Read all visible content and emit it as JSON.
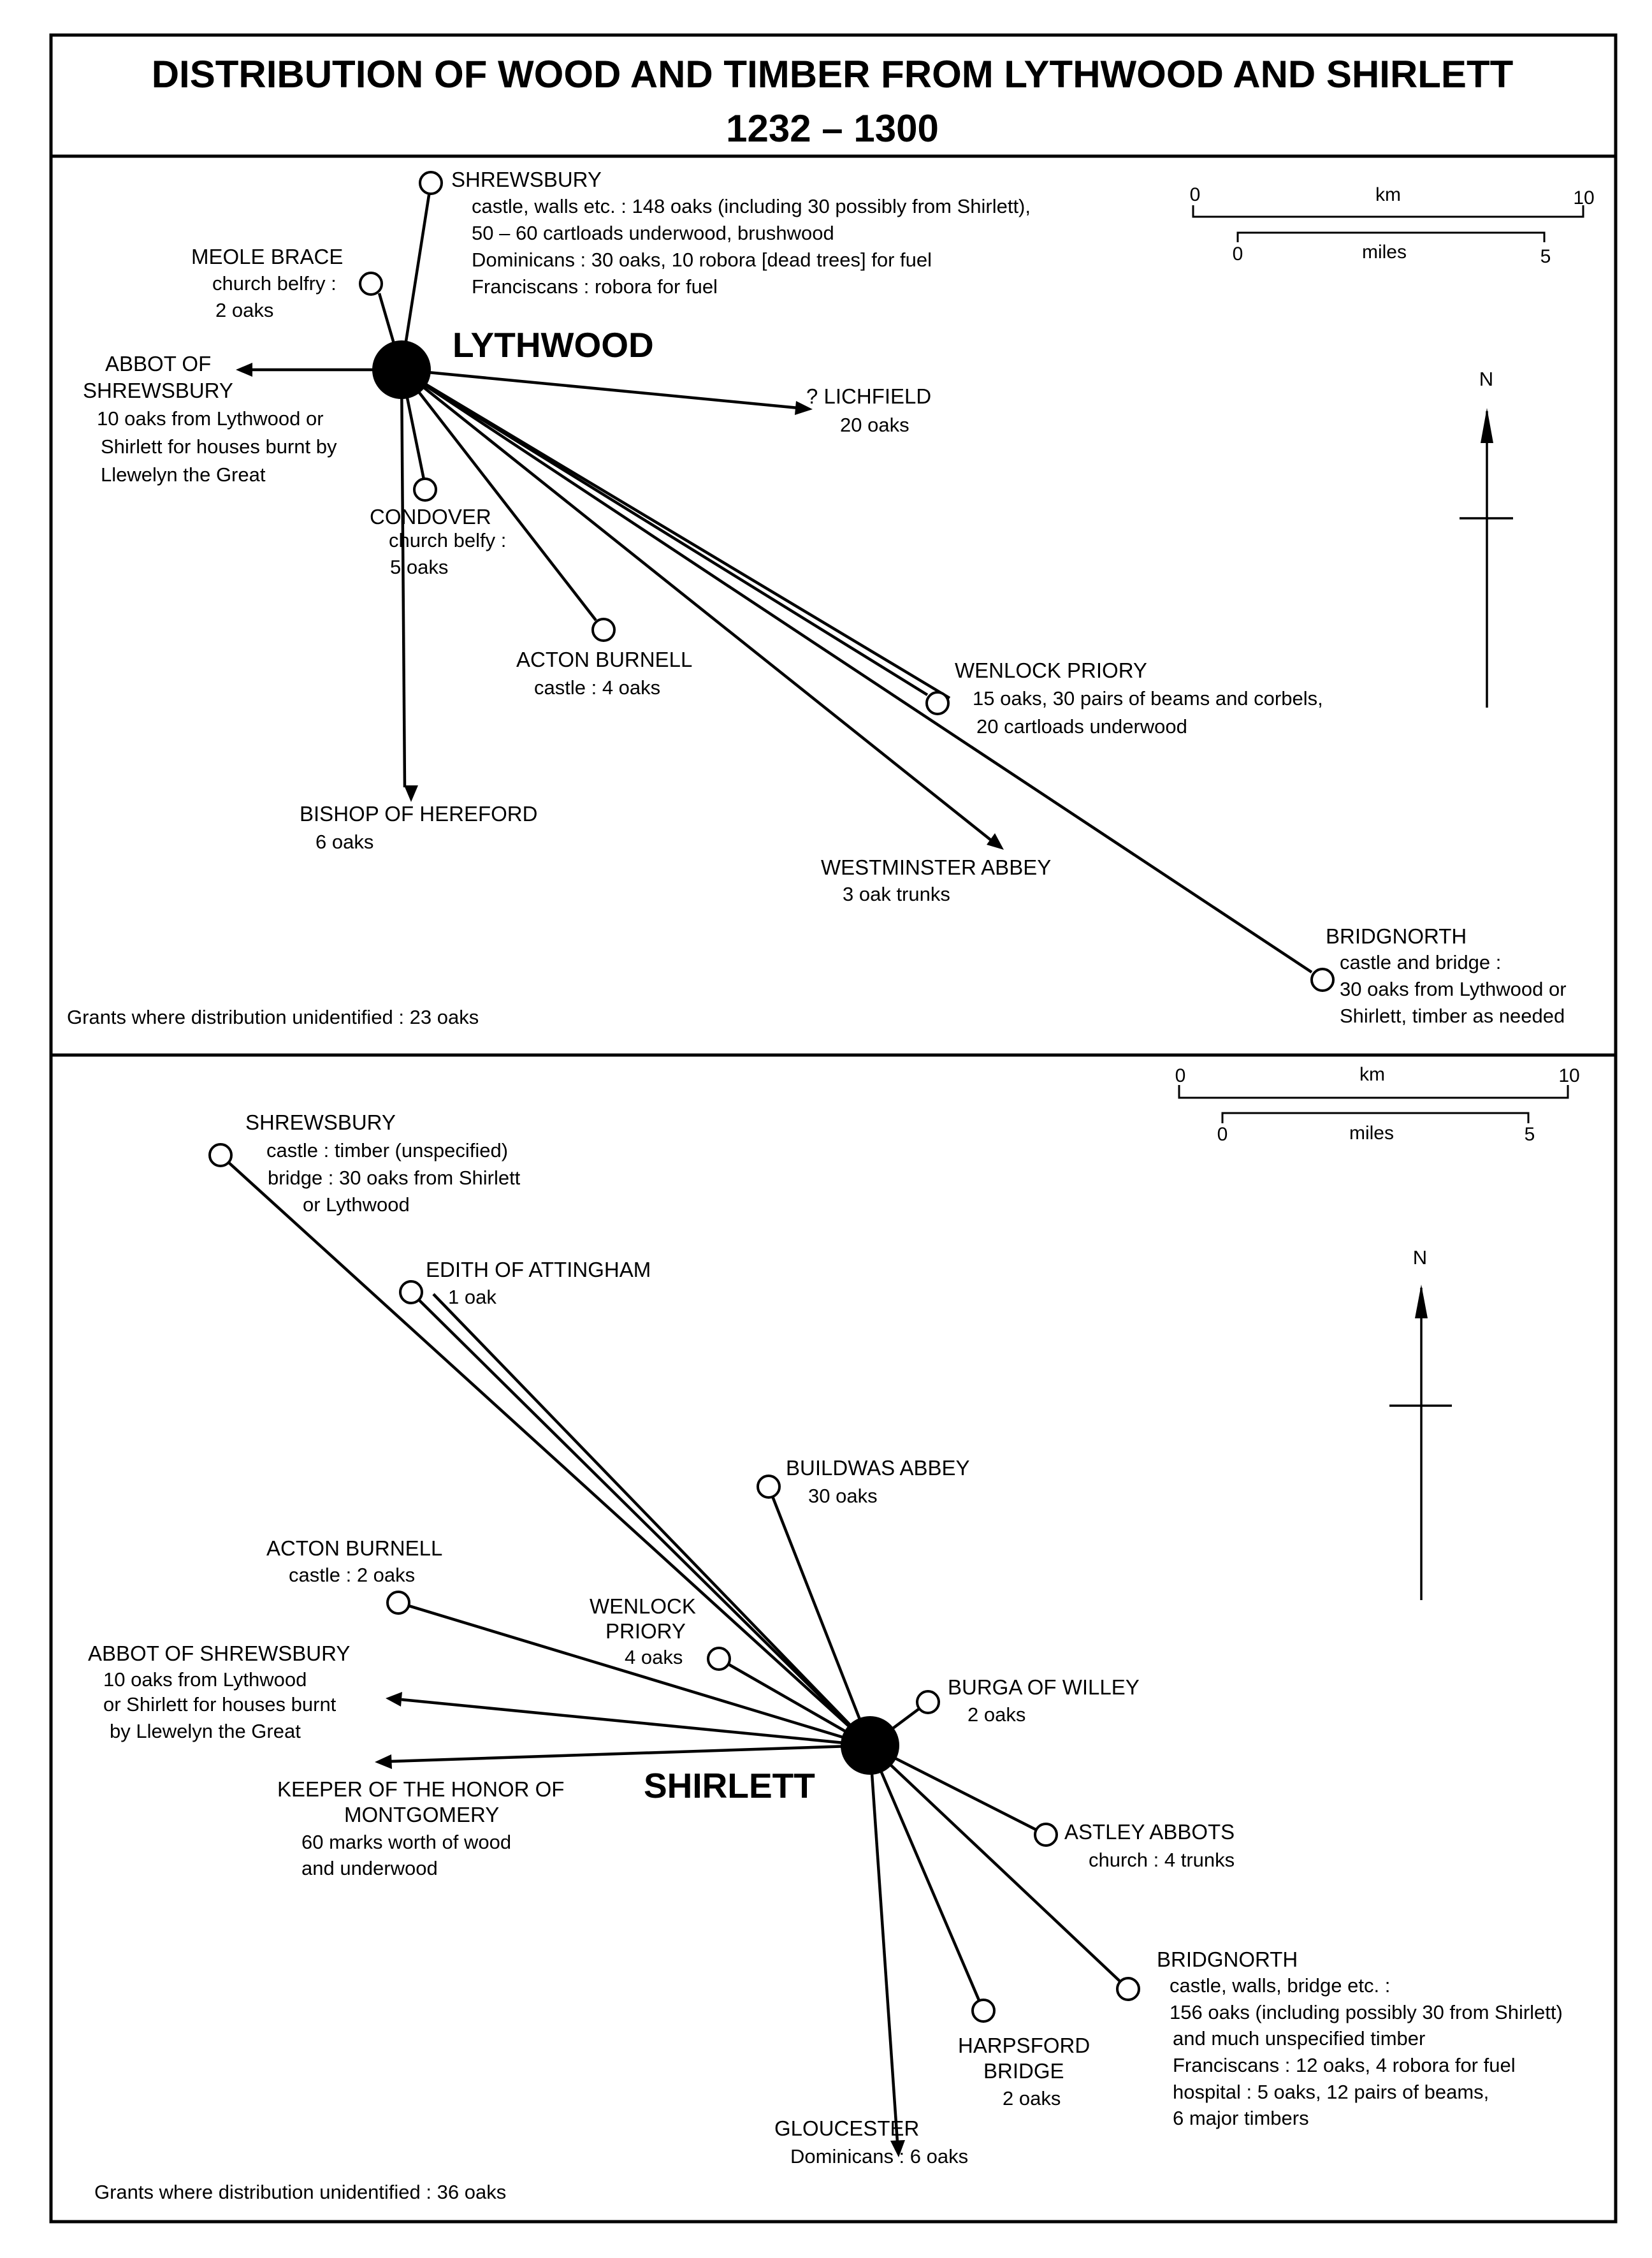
{
  "title": {
    "line1": "DISTRIBUTION OF WOOD AND TIMBER FROM LYTHWOOD AND SHIRLETT",
    "line2": "1232 – 1300"
  },
  "lythwood": {
    "hub_label": "LYTHWOOD",
    "shrewsbury": {
      "name": "SHREWSBURY",
      "notes": [
        "castle, walls etc. : 148 oaks (including 30 possibly from Shirlett),",
        "50 – 60 cartloads underwood, brushwood",
        "Dominicans : 30 oaks, 10 robora [dead trees] for fuel",
        "Franciscans : robora for fuel"
      ]
    },
    "meole_brace": {
      "name": "MEOLE BRACE",
      "notes": [
        "church belfry :",
        "2 oaks"
      ]
    },
    "abbot": {
      "name": [
        "ABBOT OF",
        "SHREWSBURY"
      ],
      "notes": [
        "10 oaks from Lythwood or",
        "Shirlett for houses burnt by",
        "Llewelyn the Great"
      ]
    },
    "lichfield": {
      "name": "? LICHFIELD",
      "notes": [
        "20 oaks"
      ]
    },
    "condover": {
      "name": "CONDOVER",
      "notes": [
        "church belfy :",
        "5 oaks"
      ]
    },
    "acton_burnell": {
      "name": "ACTON BURNELL",
      "notes": [
        "castle : 4 oaks"
      ]
    },
    "wenlock_priory": {
      "name": "WENLOCK PRIORY",
      "notes": [
        "15 oaks, 30 pairs of beams and corbels,",
        "20 cartloads underwood"
      ]
    },
    "bishop_hereford": {
      "name": "BISHOP OF HEREFORD",
      "notes": [
        "6 oaks"
      ]
    },
    "westminster": {
      "name": "WESTMINSTER ABBEY",
      "notes": [
        "3 oak trunks"
      ]
    },
    "bridgnorth": {
      "name": "BRIDGNORTH",
      "notes": [
        "castle and bridge :",
        "30 oaks from Lythwood or",
        "Shirlett, timber as needed"
      ]
    },
    "unidentified": "Grants where distribution unidentified : 23 oaks"
  },
  "shirlett": {
    "hub_label": "SHIRLETT",
    "shrewsbury": {
      "name": "SHREWSBURY",
      "notes": [
        "castle : timber (unspecified)",
        "bridge : 30 oaks from Shirlett",
        "or Lythwood"
      ]
    },
    "edith": {
      "name": "EDITH OF ATTINGHAM",
      "notes": [
        "1 oak"
      ]
    },
    "buildwas": {
      "name": "BUILDWAS ABBEY",
      "notes": [
        "30 oaks"
      ]
    },
    "acton_burnell": {
      "name": "ACTON BURNELL",
      "notes": [
        "castle : 2 oaks"
      ]
    },
    "wenlock_priory": {
      "name": [
        "WENLOCK",
        "PRIORY"
      ],
      "notes": [
        "4 oaks"
      ]
    },
    "abbot": {
      "name": "ABBOT OF SHREWSBURY",
      "notes": [
        "10 oaks from Lythwood",
        "or Shirlett for houses burnt",
        "by Llewelyn the Great"
      ]
    },
    "burga": {
      "name": "BURGA OF WILLEY",
      "notes": [
        "2 oaks"
      ]
    },
    "keeper": {
      "name": [
        "KEEPER OF THE HONOR OF",
        "MONTGOMERY"
      ],
      "notes": [
        "60 marks worth of wood",
        "and underwood"
      ]
    },
    "astley": {
      "name": "ASTLEY ABBOTS",
      "notes": [
        "church : 4 trunks"
      ]
    },
    "bridgnorth": {
      "name": "BRIDGNORTH",
      "notes": [
        "castle, walls, bridge etc. :",
        "156 oaks (including possibly 30 from Shirlett)",
        "and much unspecified timber",
        "Franciscans : 12 oaks, 4 robora for fuel",
        "hospital : 5 oaks, 12 pairs of beams,",
        "6 major timbers"
      ]
    },
    "harpsford": {
      "name": [
        "HARPSFORD",
        "BRIDGE"
      ],
      "notes": [
        "2 oaks"
      ]
    },
    "gloucester": {
      "name": "GLOUCESTER",
      "notes": [
        "Dominicans : 6 oaks"
      ]
    },
    "unidentified": "Grants where distribution unidentified : 36 oaks"
  },
  "scale": {
    "km_label": "km",
    "km_start": "0",
    "km_end": "10",
    "miles_label": "miles",
    "miles_start": "0",
    "miles_end": "5"
  },
  "north_label": "N"
}
